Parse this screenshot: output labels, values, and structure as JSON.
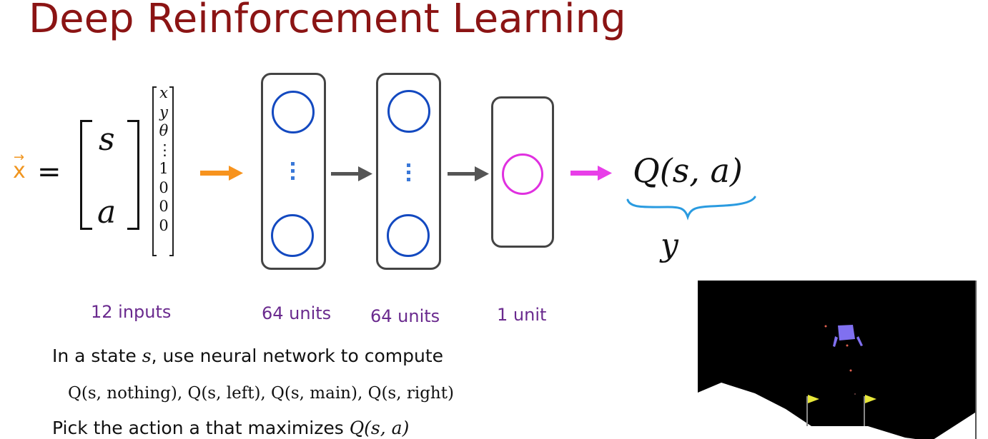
{
  "slide": {
    "title": "Deep Reinforcement Learning",
    "title_color": "#8b1414"
  },
  "input": {
    "x_symbol": "x",
    "vector_arrow": "→",
    "equals": "=",
    "x_color": "#f0951f",
    "big_vector": [
      "s",
      "a"
    ],
    "state_action_vector": [
      "x",
      "y",
      "θ",
      "⋮",
      "1",
      "0",
      "0",
      "0"
    ]
  },
  "network": {
    "layers": [
      {
        "name": "input",
        "label": "12 inputs"
      },
      {
        "name": "hidden-1",
        "label": "64 units",
        "neuron_color": "#1349c0"
      },
      {
        "name": "hidden-2",
        "label": "64 units",
        "neuron_color": "#1349c0"
      },
      {
        "name": "output",
        "label": "1 unit",
        "neuron_color": "#e030e0"
      }
    ],
    "arrow_colors": {
      "input": "#f7931e",
      "hidden": "#555555",
      "output": "#e83ee8"
    },
    "output_expression": "Q(s, a)",
    "brace_color": "#2a9be0",
    "target_symbol": "y",
    "label_color": "#6a2a8e"
  },
  "explanation": {
    "line1_prefix": "In a state ",
    "line1_var": "s",
    "line1_suffix": ", use neural network to compute",
    "q_values": [
      "Q(s, nothing)",
      "Q(s, left)",
      "Q(s, main)",
      "Q(s, right)"
    ],
    "line3_prefix": "Pick the action a that maximizes ",
    "line3_expr": "Q(s, a)"
  },
  "lunar_lander": {
    "background": "#000000",
    "lander_color": "#8070f0",
    "flag_color": "#e8e83a",
    "ground_color": "#ffffff",
    "particle_color": "#e06050"
  }
}
